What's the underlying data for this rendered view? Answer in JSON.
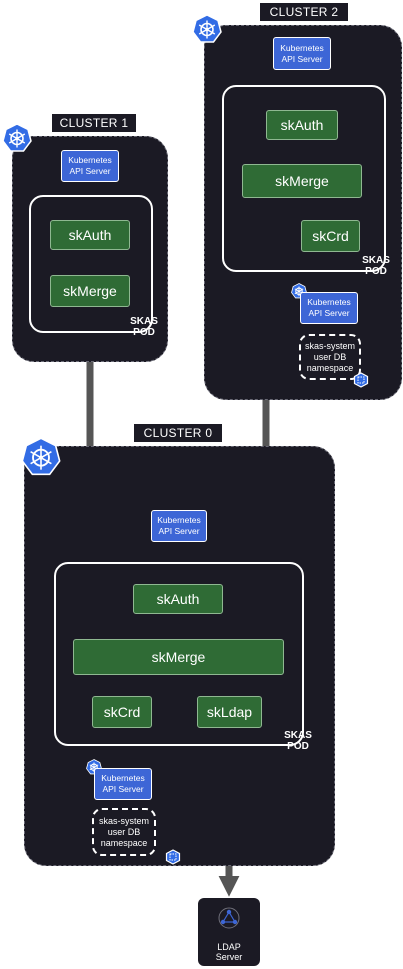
{
  "clusters": {
    "c1": {
      "title": "CLUSTER 1",
      "pod_label_1": "SKAS",
      "pod_label_2": "POD",
      "api_1": "Kubernetes",
      "api_2": "API Server",
      "auth": "skAuth",
      "merge": "skMerge"
    },
    "c2": {
      "title": "CLUSTER 2",
      "pod_label_1": "SKAS",
      "pod_label_2": "POD",
      "api_1": "Kubernetes",
      "api_2": "API Server",
      "auth": "skAuth",
      "merge": "skMerge",
      "crd": "skCrd",
      "api2_1": "Kubernetes",
      "api2_2": "API Server",
      "ns_1": "skas-system",
      "ns_2": "user DB",
      "ns_3": "namespace"
    },
    "c0": {
      "title": "CLUSTER 0",
      "pod_label_1": "SKAS",
      "pod_label_2": "POD",
      "api_1": "Kubernetes",
      "api_2": "API Server",
      "auth": "skAuth",
      "merge": "skMerge",
      "crd": "skCrd",
      "ldap": "skLdap",
      "api2_1": "Kubernetes",
      "api2_2": "API Server",
      "ns_1": "skas-system",
      "ns_2": "user DB",
      "ns_3": "namespace"
    }
  },
  "ldap_server": {
    "line_1": "LDAP",
    "line_2": "Server"
  },
  "icons": {
    "kubernetes": "kubernetes-helm-icon",
    "namespace": "namespace-cube-icon",
    "ldap": "ldap-network-icon"
  },
  "colors": {
    "cluster_bg": "#1b1a24",
    "service_green": "#2f6b35",
    "api_blue": "#3d66d6",
    "k8s_blue": "#326ce5"
  }
}
